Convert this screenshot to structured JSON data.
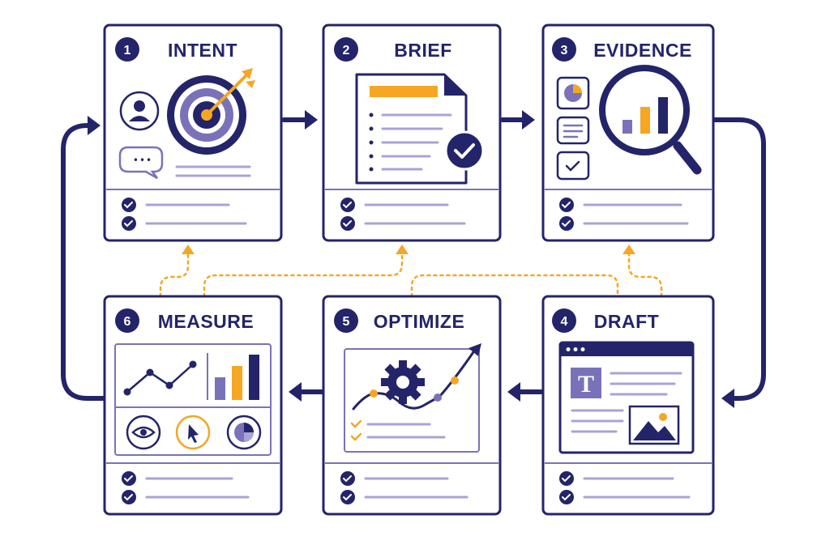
{
  "colors": {
    "navy": "#24246a",
    "purple": "#7a72b8",
    "lavender": "#a9a3d6",
    "orange": "#f5a623",
    "white": "#ffffff"
  },
  "steps": [
    {
      "number": "1",
      "title": "INTENT",
      "icon": "target-icon"
    },
    {
      "number": "2",
      "title": "BRIEF",
      "icon": "document-check-icon"
    },
    {
      "number": "3",
      "title": "EVIDENCE",
      "icon": "magnifier-chart-icon"
    },
    {
      "number": "4",
      "title": "DRAFT",
      "icon": "browser-editor-icon"
    },
    {
      "number": "5",
      "title": "OPTIMIZE",
      "icon": "gear-trend-icon"
    },
    {
      "number": "6",
      "title": "MEASURE",
      "icon": "analytics-dashboard-icon"
    }
  ],
  "draft_glyph": "T",
  "chat_dots": "•••"
}
